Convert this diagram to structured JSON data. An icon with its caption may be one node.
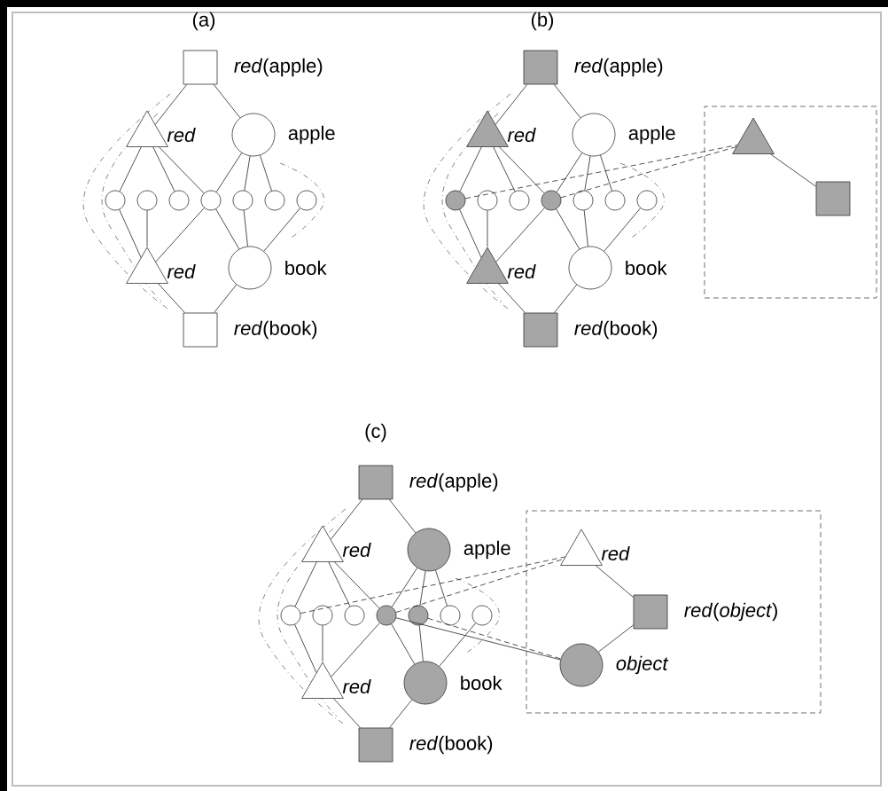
{
  "diagram": {
    "nodes": [
      {
        "text": [],
        "shape": "box",
        "beside": [
          "*red*(apple)"
        ]
      },
      {
        "text": [],
        "shape": "triangle",
        "beside": [
          "red"
        ]
      },
      {
        "text": [],
        "shape": "circle",
        "beside": [
          "apple"
        ]
      },
      {
        "text": [],
        "shape": "circle"
      },
      {
        "text": [],
        "shape": "circle"
      },
      {
        "text": [],
        "shape": "circle"
      },
      {
        "text": [],
        "shape": "circle"
      },
      {
        "text": [],
        "shape": "circle"
      },
      {
        "text": [],
        "shape": "circle"
      },
      {
        "text": [],
        "shape": "circle"
      },
      {
        "text": [],
        "shape": "triangle",
        "beside": [
          "red"
        ]
      },
      {
        "text": [],
        "shape": "circle",
        "beside": [
          "book"
        ]
      },
      {
        "text": [],
        "shape": "box",
        "beside": [
          "*red*(book)"
        ]
      },
      {
        "text": [],
        "shape": "box",
        "beside": [
          "*red*(apple)"
        ]
      },
      {
        "text": [],
        "shape": "triangle",
        "beside": [
          "red"
        ]
      },
      {
        "text": [],
        "shape": "circle",
        "beside": [
          "apple"
        ]
      },
      {
        "text": [],
        "shape": "circle"
      },
      {
        "text": [],
        "shape": "circle"
      },
      {
        "text": [],
        "shape": "circle"
      },
      {
        "text": [],
        "shape": "circle"
      },
      {
        "text": [],
        "shape": "circle"
      },
      {
        "text": [],
        "shape": "circle"
      },
      {
        "text": [],
        "shape": "circle"
      },
      {
        "text": [],
        "shape": "triangle",
        "beside": [
          "red"
        ]
      },
      {
        "text": [],
        "shape": "circle",
        "beside": [
          "book"
        ]
      },
      {
        "text": [],
        "shape": "box",
        "beside": [
          "*red*(book)"
        ]
      },
      {
        "text": [],
        "shape": "box"
      },
      {
        "text": [],
        "shape": "triangle",
        "in": 26
      },
      {
        "text": [],
        "shape": "box",
        "in": 26
      },
      {
        "text": [],
        "shape": "box",
        "beside": [
          "*red*(apple)"
        ]
      },
      {
        "text": [],
        "shape": "triangle",
        "beside": [
          "red"
        ]
      },
      {
        "text": [],
        "shape": "circle",
        "beside": [
          "apple"
        ]
      },
      {
        "text": [],
        "shape": "circle"
      },
      {
        "text": [],
        "shape": "circle"
      },
      {
        "text": [],
        "shape": "circle"
      },
      {
        "text": [],
        "shape": "circle"
      },
      {
        "text": [],
        "shape": "circle"
      },
      {
        "text": [],
        "shape": "circle"
      },
      {
        "text": [],
        "shape": "circle"
      },
      {
        "text": [],
        "shape": "triangle",
        "beside": [
          "red"
        ]
      },
      {
        "text": [],
        "shape": "circle",
        "beside": [
          "book"
        ]
      },
      {
        "text": [],
        "shape": "box",
        "beside": [
          "*red*(book)"
        ]
      },
      {
        "text": [],
        "shape": "box"
      },
      {
        "text": [],
        "shape": "triangle",
        "beside": [
          "red"
        ],
        "in": 42
      },
      {
        "text": [],
        "shape": "box",
        "beside": [
          "*red*(*object*)"
        ],
        "in": 42
      },
      {
        "text": [],
        "shape": "circle",
        "beside": [
          "object"
        ],
        "in": 42
      }
    ],
    "edges": [
      {
        "from": 0,
        "to": 1,
        "arrow": "none"
      },
      {
        "from": 0,
        "to": 2,
        "arrow": "none"
      },
      {
        "from": 1,
        "to": 3,
        "arrow": "none"
      },
      {
        "from": 1,
        "to": 5,
        "arrow": "none"
      },
      {
        "from": 1,
        "to": 6,
        "arrow": "none"
      },
      {
        "from": 2,
        "to": 6,
        "arrow": "none"
      },
      {
        "from": 2,
        "to": 7,
        "arrow": "none"
      },
      {
        "from": 2,
        "to": 8,
        "arrow": "none"
      },
      {
        "from": 10,
        "to": 3,
        "arrow": "none"
      },
      {
        "from": 10,
        "to": 4,
        "arrow": "none"
      },
      {
        "from": 10,
        "to": 6,
        "arrow": "none"
      },
      {
        "from": 11,
        "to": 6,
        "arrow": "none"
      },
      {
        "from": 11,
        "to": 7,
        "arrow": "none"
      },
      {
        "from": 11,
        "to": 9,
        "arrow": "none"
      },
      {
        "from": 12,
        "to": 10,
        "arrow": "none"
      },
      {
        "from": 12,
        "to": 11,
        "arrow": "none"
      },
      {
        "from": 13,
        "to": 14,
        "arrow": "none"
      },
      {
        "from": 13,
        "to": 15,
        "arrow": "none"
      },
      {
        "from": 14,
        "to": 16,
        "arrow": "none"
      },
      {
        "from": 14,
        "to": 18,
        "arrow": "none"
      },
      {
        "from": 14,
        "to": 19,
        "arrow": "none"
      },
      {
        "from": 15,
        "to": 19,
        "arrow": "none"
      },
      {
        "from": 15,
        "to": 20,
        "arrow": "none"
      },
      {
        "from": 15,
        "to": 21,
        "arrow": "none"
      },
      {
        "from": 23,
        "to": 16,
        "arrow": "none"
      },
      {
        "from": 23,
        "to": 17,
        "arrow": "none"
      },
      {
        "from": 23,
        "to": 19,
        "arrow": "none"
      },
      {
        "from": 24,
        "to": 19,
        "arrow": "none"
      },
      {
        "from": 24,
        "to": 20,
        "arrow": "none"
      },
      {
        "from": 24,
        "to": 22,
        "arrow": "none"
      },
      {
        "from": 25,
        "to": 23,
        "arrow": "none"
      },
      {
        "from": 25,
        "to": 24,
        "arrow": "none"
      },
      {
        "from": 16,
        "to": 27,
        "arrow": "none",
        "style": "dashed"
      },
      {
        "from": 19,
        "to": 27,
        "arrow": "none",
        "style": "dashed"
      },
      {
        "from": 27,
        "to": 28,
        "arrow": "none"
      },
      {
        "from": 29,
        "to": 30,
        "arrow": "none"
      },
      {
        "from": 29,
        "to": 31,
        "arrow": "none"
      },
      {
        "from": 30,
        "to": 32,
        "arrow": "none"
      },
      {
        "from": 30,
        "to": 34,
        "arrow": "none"
      },
      {
        "from": 30,
        "to": 35,
        "arrow": "none"
      },
      {
        "from": 31,
        "to": 35,
        "arrow": "none"
      },
      {
        "from": 31,
        "to": 36,
        "arrow": "none"
      },
      {
        "from": 31,
        "to": 37,
        "arrow": "none"
      },
      {
        "from": 39,
        "to": 32,
        "arrow": "none"
      },
      {
        "from": 39,
        "to": 33,
        "arrow": "none"
      },
      {
        "from": 39,
        "to": 35,
        "arrow": "none"
      },
      {
        "from": 40,
        "to": 35,
        "arrow": "none"
      },
      {
        "from": 40,
        "to": 36,
        "arrow": "none"
      },
      {
        "from": 40,
        "to": 38,
        "arrow": "none"
      },
      {
        "from": 41,
        "to": 39,
        "arrow": "none"
      },
      {
        "from": 41,
        "to": 40,
        "arrow": "none"
      },
      {
        "from": 32,
        "to": 43,
        "arrow": "none",
        "style": "dashed"
      },
      {
        "from": 35,
        "to": 43,
        "arrow": "none",
        "style": "dashed"
      },
      {
        "from": 35,
        "to": 45,
        "arrow": "none"
      },
      {
        "from": 36,
        "to": 45,
        "arrow": "none",
        "style": "dashed"
      },
      {
        "from": 43,
        "to": 44,
        "arrow": "none"
      },
      {
        "from": 44,
        "to": 45,
        "arrow": "none"
      }
    ],
    "labels": [
      "(a)",
      "(b)",
      "(c)"
    ]
  }
}
